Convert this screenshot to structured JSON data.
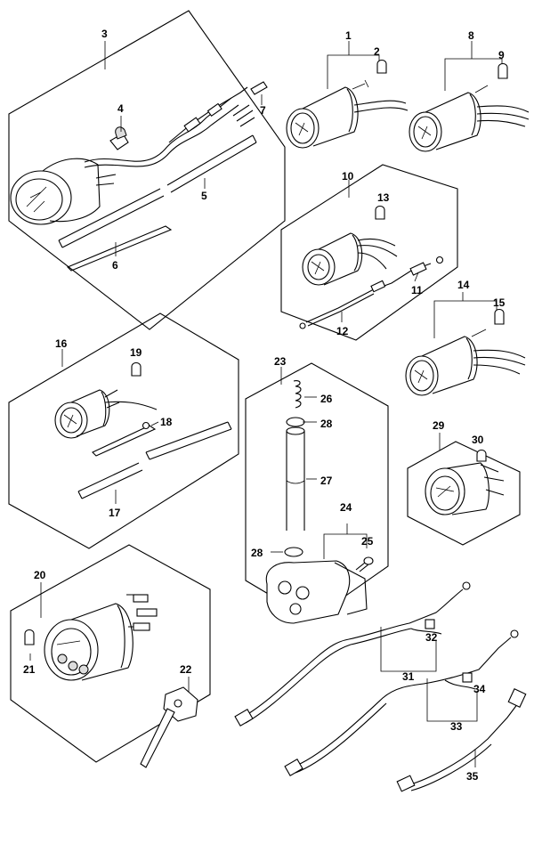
{
  "diagram": {
    "callouts": [
      {
        "id": "1",
        "label": "1"
      },
      {
        "id": "2",
        "label": "2"
      },
      {
        "id": "3",
        "label": "3"
      },
      {
        "id": "4",
        "label": "4"
      },
      {
        "id": "5",
        "label": "5"
      },
      {
        "id": "6",
        "label": "6"
      },
      {
        "id": "7",
        "label": "7"
      },
      {
        "id": "8",
        "label": "8"
      },
      {
        "id": "9",
        "label": "9"
      },
      {
        "id": "10",
        "label": "10"
      },
      {
        "id": "11",
        "label": "11"
      },
      {
        "id": "12",
        "label": "12"
      },
      {
        "id": "13",
        "label": "13"
      },
      {
        "id": "14",
        "label": "14"
      },
      {
        "id": "15",
        "label": "15"
      },
      {
        "id": "16",
        "label": "16"
      },
      {
        "id": "17",
        "label": "17"
      },
      {
        "id": "18",
        "label": "18"
      },
      {
        "id": "19",
        "label": "19"
      },
      {
        "id": "20",
        "label": "20"
      },
      {
        "id": "21",
        "label": "21"
      },
      {
        "id": "22",
        "label": "22"
      },
      {
        "id": "23",
        "label": "23"
      },
      {
        "id": "24",
        "label": "24"
      },
      {
        "id": "25",
        "label": "25"
      },
      {
        "id": "26",
        "label": "26"
      },
      {
        "id": "27",
        "label": "27"
      },
      {
        "id": "28a",
        "label": "28"
      },
      {
        "id": "28b",
        "label": "28"
      },
      {
        "id": "29",
        "label": "29"
      },
      {
        "id": "30",
        "label": "30"
      },
      {
        "id": "31",
        "label": "31"
      },
      {
        "id": "32",
        "label": "32"
      },
      {
        "id": "33",
        "label": "33"
      },
      {
        "id": "34",
        "label": "34"
      },
      {
        "id": "35",
        "label": "35"
      }
    ]
  }
}
